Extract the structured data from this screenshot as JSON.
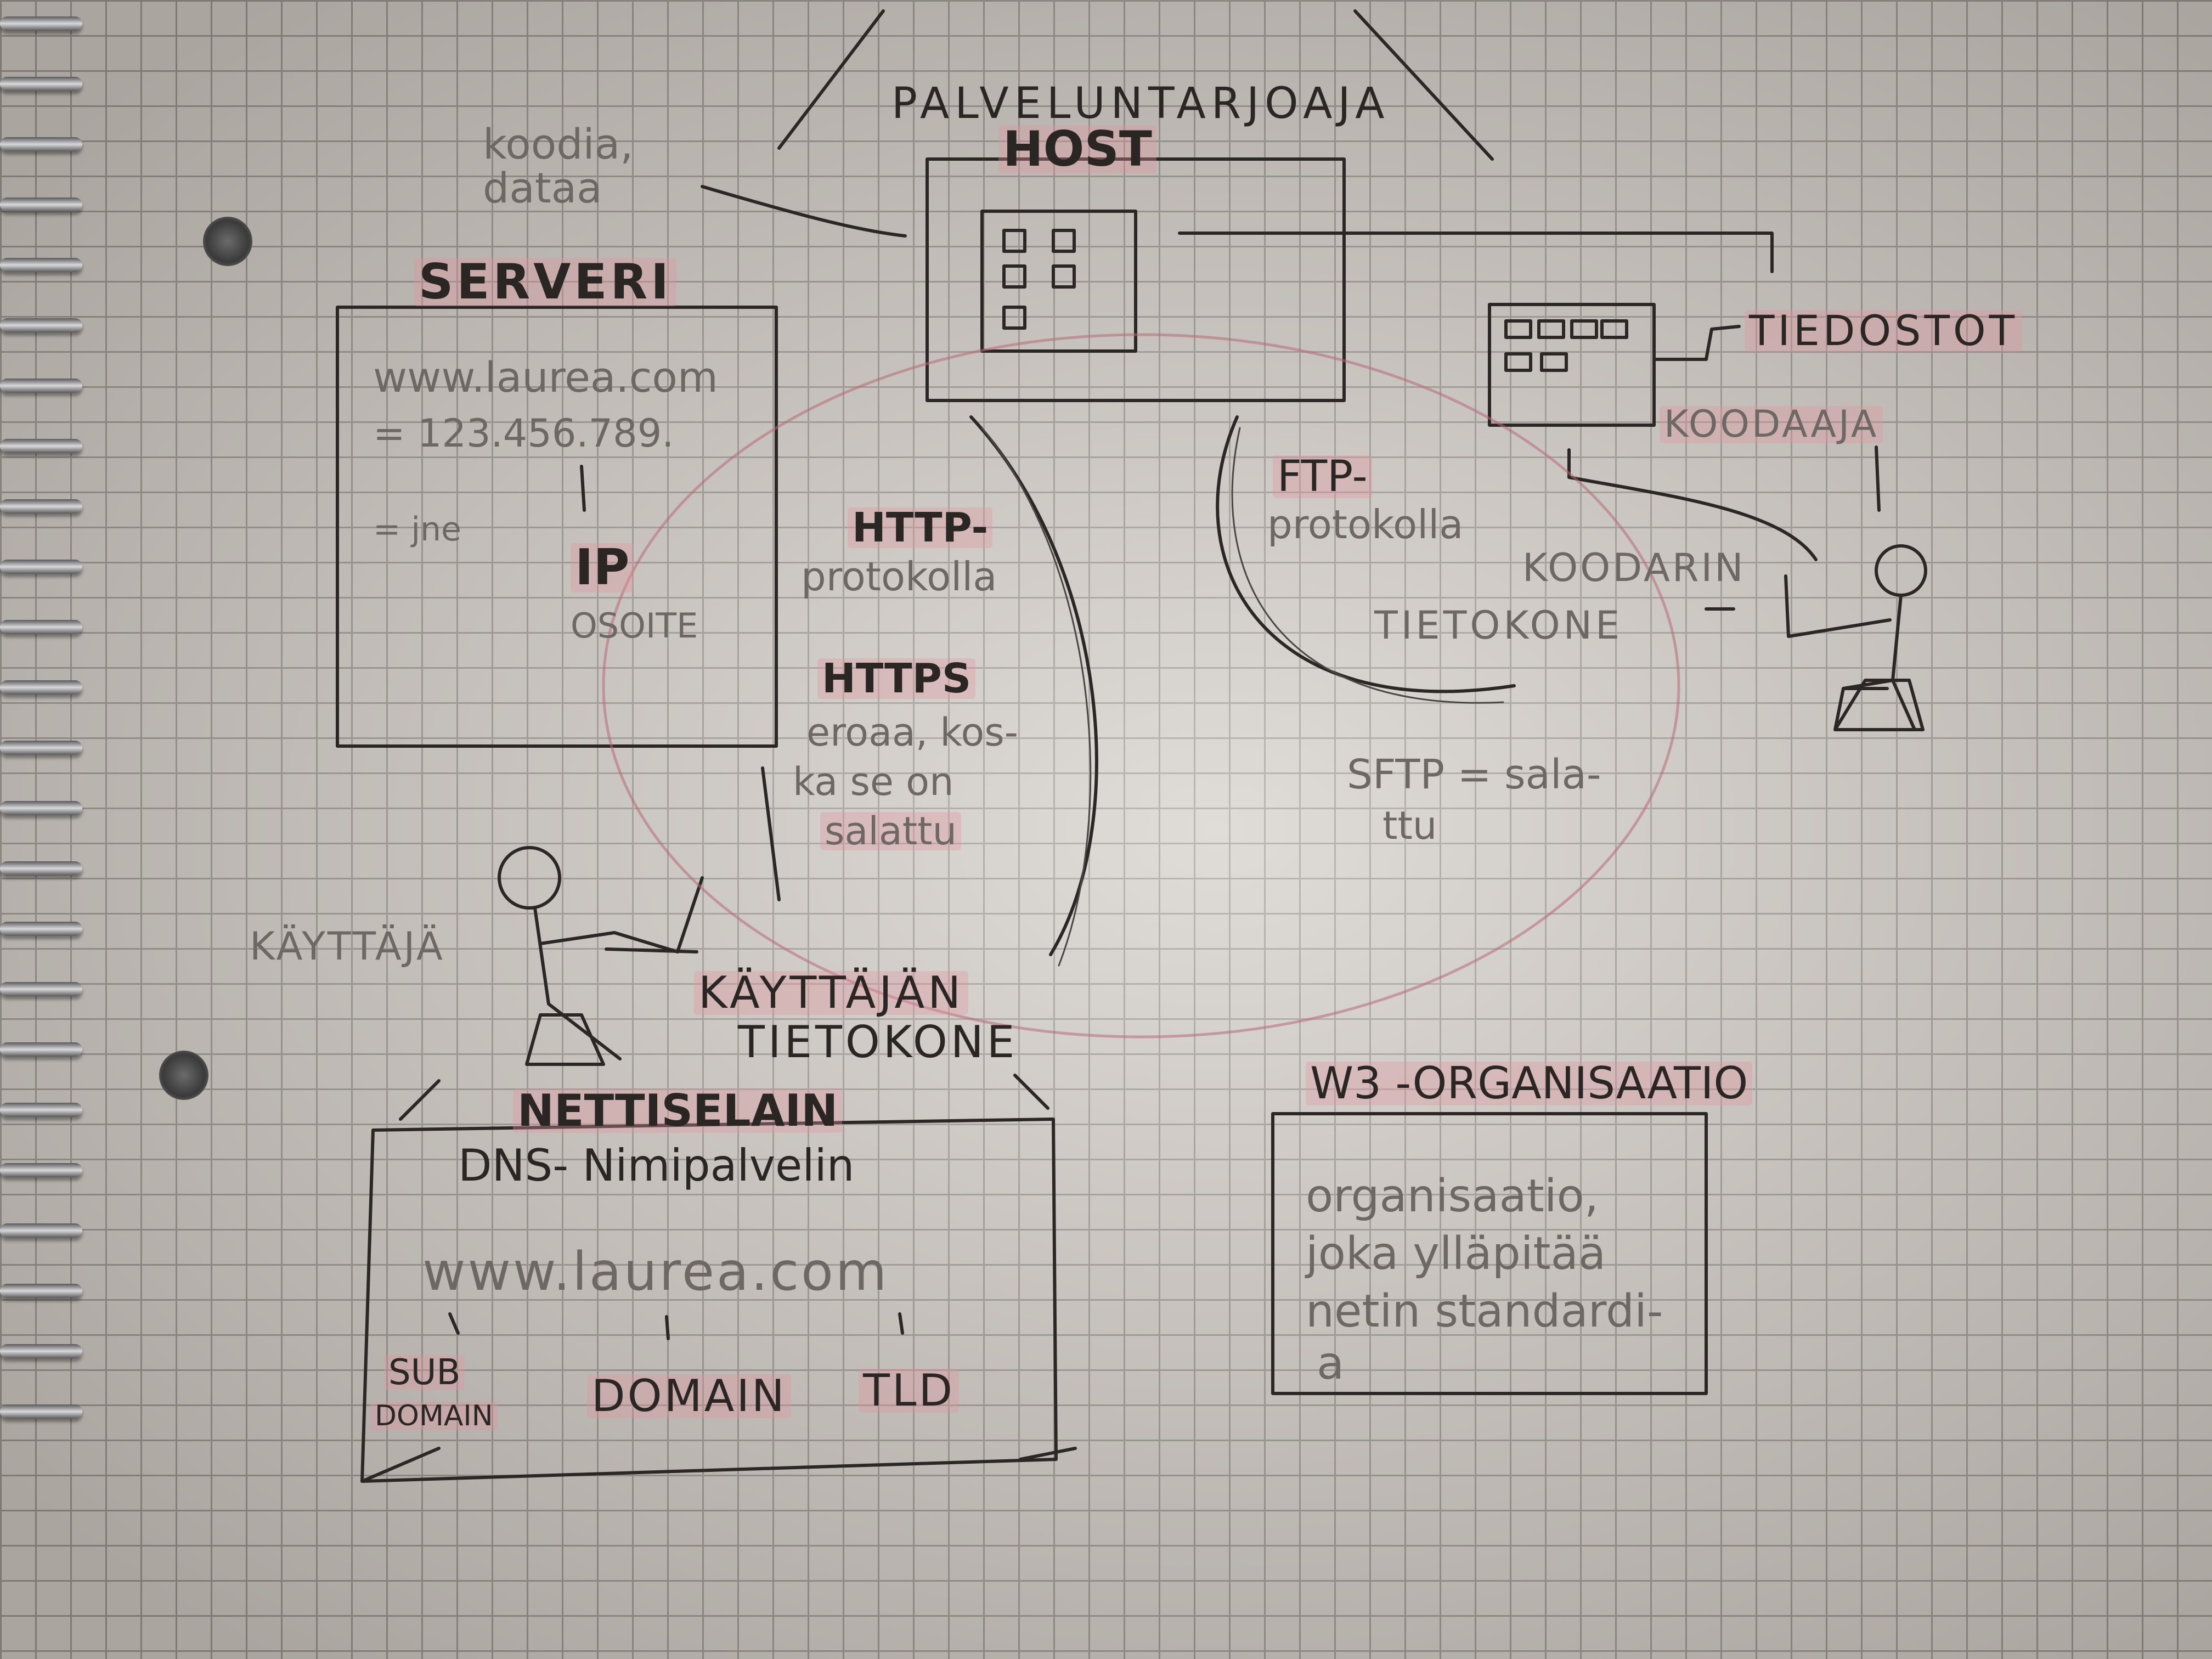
{
  "provider": {
    "label": "PALVELUNTARJOAJA",
    "host": "HOST",
    "code_data": [
      "koodia,",
      "dataa"
    ]
  },
  "server": {
    "title": "SERVERI",
    "lines": [
      "www.laurea.com",
      "= 123.456.789.",
      "= jne"
    ],
    "ip": "IP",
    "ip_sub": "OSOITE"
  },
  "files": {
    "label": "TIEDOSTOT"
  },
  "coder": {
    "label": "KOODAAJA",
    "computer": [
      "KOODARIN",
      "TIETOKONE"
    ]
  },
  "ftp": {
    "title": "FTP-",
    "sub": "protokolla",
    "sftp": [
      "SFTP = sala-",
      "ttu"
    ]
  },
  "http": {
    "title": "HTTP-",
    "sub": "protokolla",
    "https_title": "HTTPS",
    "https_lines": [
      "eroaa, kos-",
      "ka se on",
      "salattu"
    ]
  },
  "user": {
    "label": "KÄYTTÄJÄ",
    "computer": [
      "KÄYTTÄJÄN",
      "TIETOKONE"
    ]
  },
  "browser": {
    "title": "NETTISELAIN",
    "dns": "DNS- Nimipalvelin",
    "url": "www.laurea.com",
    "subdomain": [
      "SUB",
      "DOMAIN"
    ],
    "domain": "DOMAIN",
    "tld": "TLD"
  },
  "w3": {
    "title": "W3 -ORGANISAATIO",
    "lines": [
      "organisaatio,",
      "joka ylläpitää",
      "netin standardi-",
      "a"
    ]
  }
}
